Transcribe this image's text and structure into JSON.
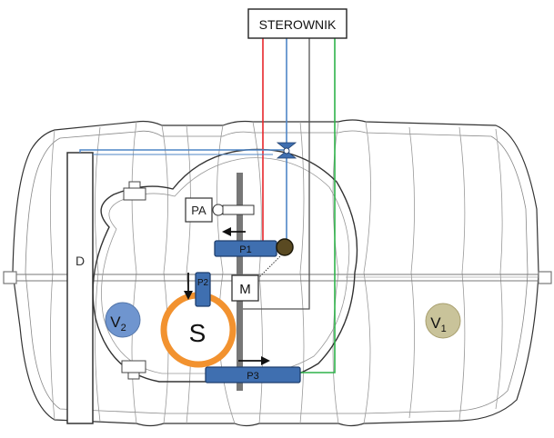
{
  "controller": {
    "label": "STEROWNIK"
  },
  "labels": {
    "D": "D",
    "PA": "PA",
    "P1": "P1",
    "P2": "P2",
    "P3": "P3",
    "M": "M",
    "S": "S",
    "V2_main": "V",
    "V2_sub": "2",
    "V1_main": "V",
    "V1_sub": "1"
  },
  "colors": {
    "red_wire": "#e8262b",
    "blue_wire": "#4f86c6",
    "green_wire": "#2fb24a",
    "dark_wire": "#555555",
    "pump_fill": "#3f6fb0",
    "pump_stroke": "#1f3f6e",
    "sludge_ring": "#f2922f",
    "v2_fill": "#6f95cf",
    "v1_fill": "#c9c39a",
    "float_ball": "#5a4a22",
    "tank_outline": "#333333",
    "tank_inner": "#bcbcbc"
  }
}
